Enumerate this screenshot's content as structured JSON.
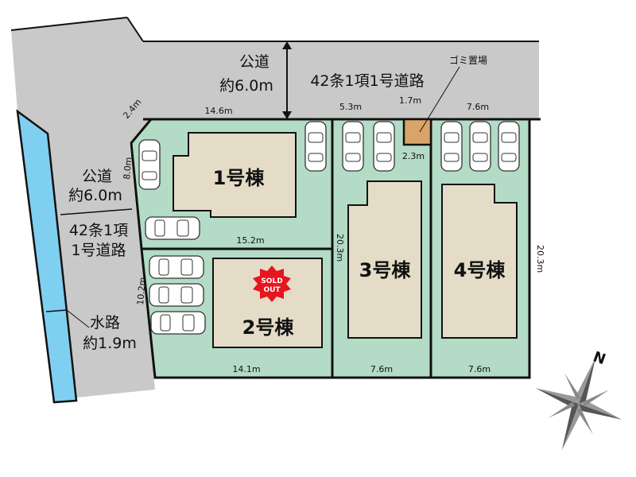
{
  "colors": {
    "road": "#c9c9c9",
    "lot": "#b3dbc6",
    "building": "#e5dcc7",
    "water": "#7fcff0",
    "garbage": "#d9a468",
    "sold": "#e8141e",
    "outline": "#111111"
  },
  "top_road": {
    "line1": "公道",
    "line2": "約6.0m",
    "designation": "42条1項1号道路"
  },
  "left_road": {
    "line1": "公道",
    "line2": "約6.0m",
    "designation1": "42条1項",
    "designation2": "1号道路"
  },
  "waterway": {
    "line1": "水路",
    "line2": "約1.9m"
  },
  "garbage_label": "ゴミ置場",
  "buildings": [
    {
      "name": "1号棟"
    },
    {
      "name": "2号棟",
      "status": "SOLD OUT",
      "sold1": "SOLD",
      "sold2": "OUT"
    },
    {
      "name": "3号棟"
    },
    {
      "name": "4号棟"
    }
  ],
  "dimensions": {
    "d_2_4": "2.4m",
    "d_14_6": "14.6m",
    "d_5_3": "5.3m",
    "d_1_7": "1.7m",
    "d_7_6_top": "7.6m",
    "d_2_3": "2.3m",
    "d_8_0": "8.0m",
    "d_15_2": "15.2m",
    "d_20_3_mid": "20.3m",
    "d_20_3_right": "20.3m",
    "d_10_2": "10.2m",
    "d_14_1": "14.1m",
    "d_7_6_b3": "7.6m",
    "d_7_6_b4": "7.6m"
  },
  "compass": {
    "north": "N"
  }
}
